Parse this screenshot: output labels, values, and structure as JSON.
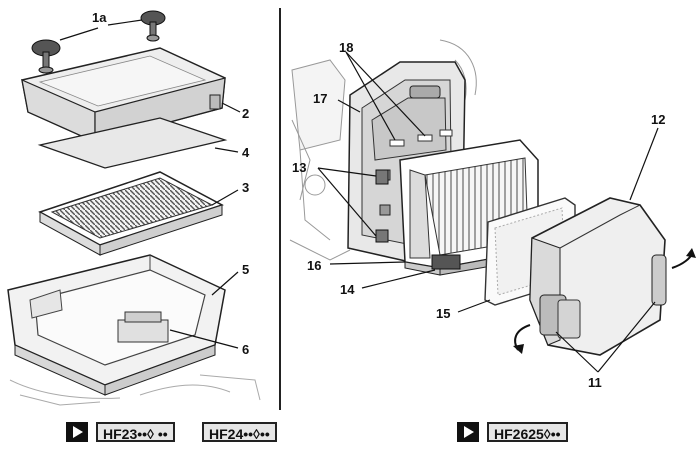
{
  "callouts": {
    "c1a": "1a",
    "c2": "2",
    "c3": "3",
    "c4": "4",
    "c5": "5",
    "c6": "6",
    "c11": "11",
    "c12": "12",
    "c13": "13",
    "c14": "14",
    "c15": "15",
    "c16": "16",
    "c17": "17",
    "c18": "18"
  },
  "models": {
    "left": [
      "HF23••◊ ••",
      "HF24••◊••"
    ],
    "right": [
      "HF2625◊••"
    ]
  }
}
